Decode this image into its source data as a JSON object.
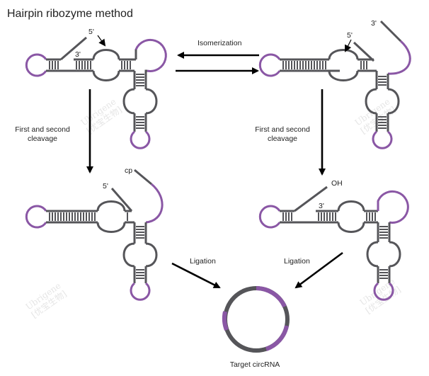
{
  "title": "Hairpin ribozyme method",
  "labels": {
    "isomerization": "Isomerization",
    "cleavage_left_line1": "First and second",
    "cleavage_left_line2": "cleavage",
    "cleavage_right_line1": "First and second",
    "cleavage_right_line2": "cleavage",
    "ligation_left": "Ligation",
    "ligation_right": "Ligation",
    "product": "Target circRNA"
  },
  "ends": {
    "tl_5prime": "5'",
    "tl_3prime": "3'",
    "tr_3prime": "3'",
    "tr_5prime": "5'",
    "bl_cp": "cp",
    "bl_5prime": "5'",
    "br_oh": "OH",
    "br_3prime": "3'"
  },
  "colors": {
    "strand": "#555559",
    "loop": "#8a57a5",
    "arrow": "#000000",
    "text": "#222222"
  },
  "watermark": {
    "line1": "Ubrigene",
    "line2": "[优宝生物]"
  }
}
